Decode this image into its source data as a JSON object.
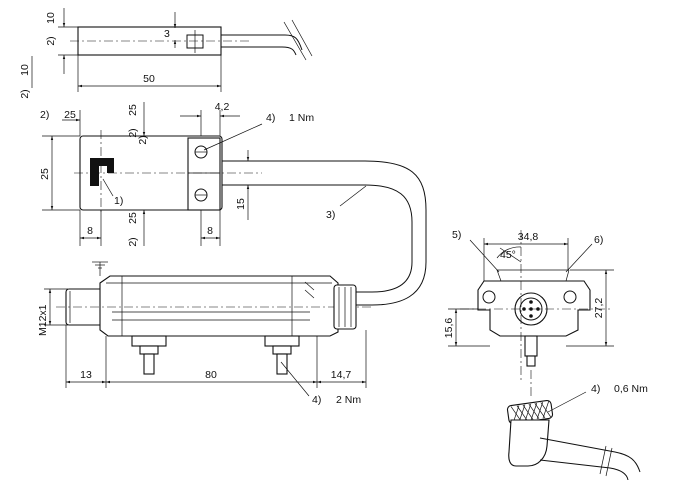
{
  "dimensions": {
    "top_height": "10",
    "top_slot": "3",
    "top_ref_left": "2)",
    "top_ref_bottom": "2)",
    "top_bottom_10": "10",
    "top_length": "50",
    "plan_ref_tl": "2)",
    "plan_25_top_left": "25",
    "plan_ref_top_mid": "2)",
    "plan_25_top_mid": "25",
    "plan_4_2": "4,2",
    "plan_height_25": "25",
    "plan_ref_side": "2)",
    "plan_15": "15",
    "plan_ref_bottom_mid": "2)",
    "plan_25_bottom_mid": "25",
    "plan_8_left": "8",
    "plan_8_right": "8",
    "side_m12": "M12x1",
    "side_13": "13",
    "side_80": "80",
    "side_14_7": "14,7",
    "end_34_8": "34,8",
    "end_45": "45°",
    "end_27_2": "27,2",
    "end_15_6": "15,6"
  },
  "callouts": {
    "c1": "1)",
    "c3": "3)",
    "c4_top": "4)",
    "c4_top_torque": "1 Nm",
    "c4_side": "4)",
    "c4_side_torque": "2 Nm",
    "c4_conn": "4)",
    "c4_conn_torque": "0,6 Nm",
    "c5": "5)",
    "c6": "6)"
  }
}
